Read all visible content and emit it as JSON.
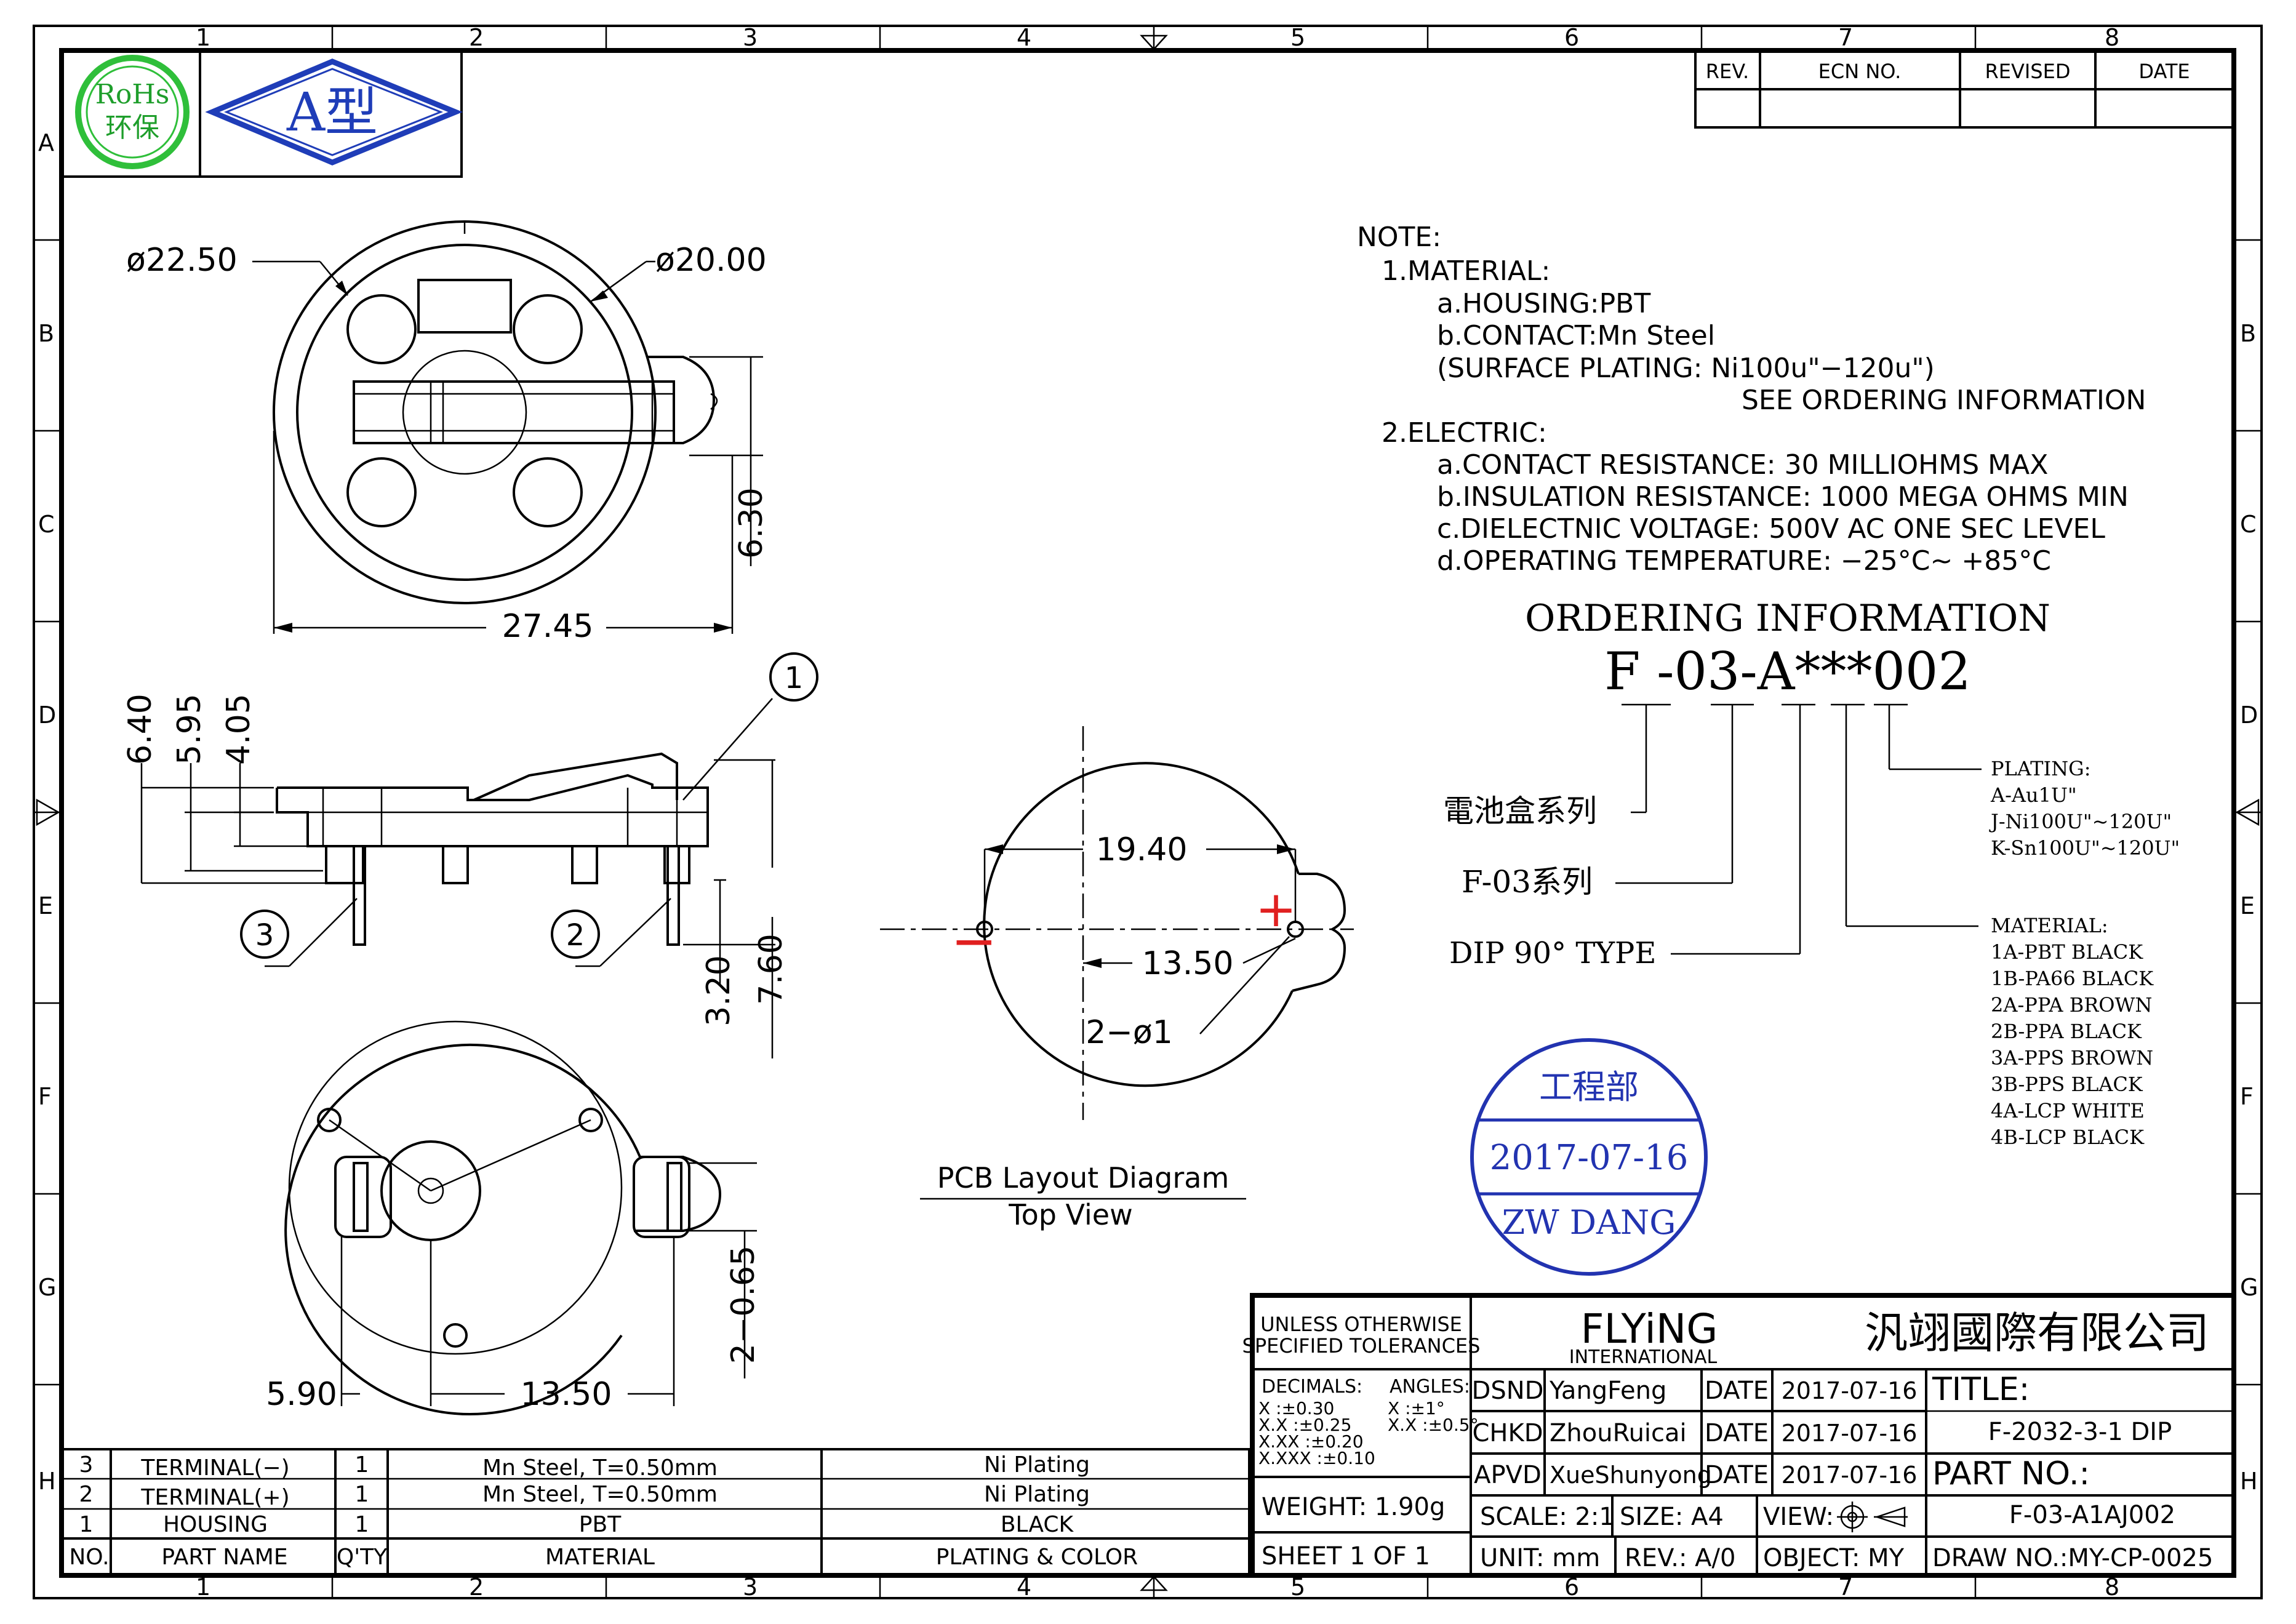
{
  "grid": {
    "cols": [
      "1",
      "2",
      "3",
      "4",
      "5",
      "6",
      "7",
      "8"
    ],
    "rows": [
      "A",
      "B",
      "C",
      "D",
      "E",
      "F",
      "G",
      "H"
    ]
  },
  "logos": {
    "rohs_line1": "RoHs",
    "rohs_line2": "环保",
    "type_badge": "A型"
  },
  "revision_table": {
    "headers": [
      "REV.",
      "ECN NO.",
      "REVISED",
      "DATE"
    ]
  },
  "dimensions": {
    "top_outer_dia": "ø22.50",
    "top_inner_dia": "ø20.00",
    "top_height": "6.30",
    "top_width": "27.45",
    "side_h1": "6.40",
    "side_h2": "5.95",
    "side_h3": "4.05",
    "side_pin1": "3.20",
    "side_pin2": "7.60",
    "pcb_pitch_a": "19.40",
    "pcb_pitch_b": "13.50",
    "pcb_holes": "2−ø1",
    "bottom_w1": "5.90",
    "bottom_w2": "13.50",
    "bottom_pins": "2−0.65"
  },
  "balloons": [
    "1",
    "2",
    "3"
  ],
  "pcb": {
    "minus": "−",
    "plus": "+",
    "caption": "PCB Layout Diagram",
    "subcaption": "Top View"
  },
  "notes": {
    "heading": "NOTE:",
    "lines": [
      "1.MATERIAL:",
      "a.HOUSING:PBT",
      "b.CONTACT:Mn Steel",
      "(SURFACE PLATING: Ni100u\"−120u\")",
      "SEE ORDERING INFORMATION",
      "2.ELECTRIC:",
      "a.CONTACT RESISTANCE: 30 MILLIOHMS MAX",
      "b.INSULATION RESISTANCE: 1000 MEGA OHMS MIN",
      "c.DIELECTNIC VOLTAGE: 500V AC ONE SEC LEVEL",
      "d.OPERATING TEMPERATURE: −25°C~ +85°C"
    ]
  },
  "ordering": {
    "title": "ORDERING INFORMATION",
    "code": "F -03-A***002",
    "label_series": "電池盒系列",
    "label_f03": "F-03系列",
    "label_dip": "DIP 90°  TYPE",
    "plating_title": "PLATING:",
    "plating": [
      "A-Au1U\"",
      "J-Ni100U\"~120U\"",
      "K-Sn100U\"~120U\""
    ],
    "material_title": "MATERIAL:",
    "materials": [
      "1A-PBT BLACK",
      "1B-PA66 BLACK",
      "2A-PPA BROWN",
      "2B-PPA BLACK",
      "3A-PPS BROWN",
      "3B-PPS BLACK",
      "4A-LCP WHITE",
      "4B-LCP BLACK"
    ]
  },
  "stamp": {
    "dept": "工程部",
    "date": "2017-07-16",
    "name": "ZW DANG"
  },
  "bom": {
    "headers": [
      "NO.",
      "PART NAME",
      "Q'TY",
      "MATERIAL",
      "PLATING & COLOR"
    ],
    "rows": [
      [
        "3",
        "TERMINAL(−)",
        "1",
        "Mn Steel, T=0.50mm",
        "Ni Plating"
      ],
      [
        "2",
        "TERMINAL(+)",
        "1",
        "Mn Steel, T=0.50mm",
        "Ni Plating"
      ],
      [
        "1",
        "HOUSING",
        "1",
        "PBT",
        "BLACK"
      ]
    ]
  },
  "title_block": {
    "tol_line1": "UNLESS OTHERWISE",
    "tol_line2": "SPECIFIED TOLERANCES",
    "decimals_label": "DECIMALS:",
    "angles_label": "ANGLES:",
    "tol_rows": [
      "X    :±0.30",
      "X.X  :±0.25",
      "X.XX  :±0.20",
      "X.XXX :±0.10"
    ],
    "angle_rows": [
      "X  :±1°",
      "X.X :±0.5°"
    ],
    "company_en": "FLYiNG",
    "company_en_sub": "INTERNATIONAL",
    "company_cn": "汎翊國際有限公司",
    "dsnd_label": "DSND",
    "dsnd": "YangFeng",
    "chkd_label": "CHKD",
    "chkd": "ZhouRuicai",
    "apvd_label": "APVD",
    "apvd": "XueShunyong",
    "date_label": "DATE",
    "date": "2017-07-16",
    "title_label": "TITLE:",
    "title": "F-2032-3-1 DIP",
    "partno_label": "PART NO.:",
    "partno": "F-03-A1AJ002",
    "weight": "WEIGHT: 1.90g",
    "sheet": "SHEET 1 OF 1",
    "scale": "SCALE: 2:1",
    "size": "SIZE: A4",
    "view": "VIEW:",
    "unit": "UNIT: mm",
    "rev": "REV.: A/0",
    "object": "OBJECT: MY",
    "drawno": "DRAW NO.:MY-CP-0025"
  }
}
